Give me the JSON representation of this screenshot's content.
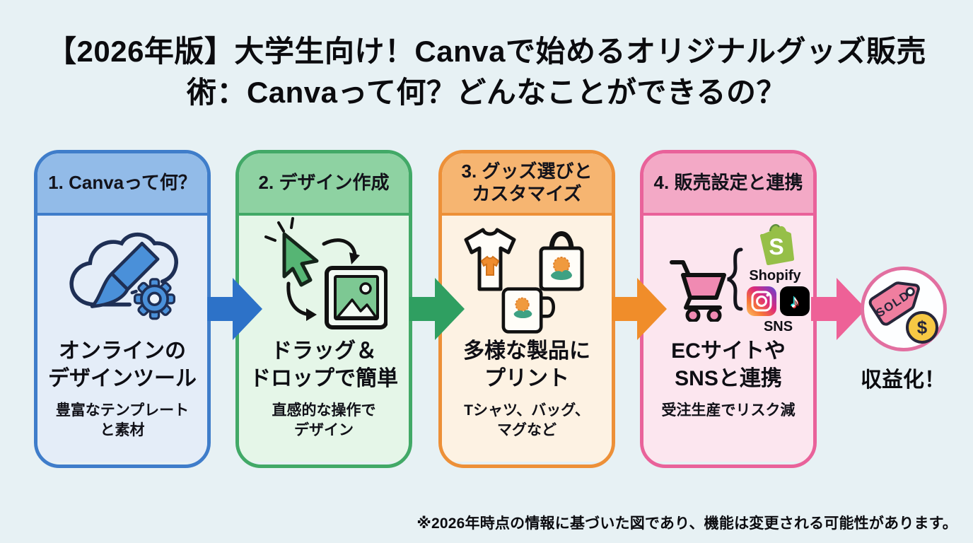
{
  "colors": {
    "page_bg": "#e7f1f4",
    "step1": {
      "border": "#3f7dca",
      "header_bg": "#92bbe8",
      "body_bg": "#e4edf8",
      "arrow": "#2d72c8",
      "icon_accent": "#4a90d9"
    },
    "step2": {
      "border": "#42a967",
      "header_bg": "#8ed2a2",
      "body_bg": "#e5f6e8",
      "arrow": "#2f9f61",
      "icon_accent": "#56b574"
    },
    "step3": {
      "border": "#ed9038",
      "header_bg": "#f6b571",
      "body_bg": "#fdf2e3",
      "arrow": "#f08d2a",
      "icon_accent": "#f09a3e"
    },
    "step4": {
      "border": "#e9629a",
      "header_bg": "#f3a9c6",
      "body_bg": "#fce6ef",
      "arrow": "#ee6197",
      "icon_accent": "#f08ab2"
    },
    "result_circle_border": "#e26fa0",
    "sold_tag": "#ef7e9f",
    "coin": "#f7c844",
    "shopify_green": "#96bf48",
    "tiktok_bg": "#000000"
  },
  "title": {
    "line1": "【2026年版】大学生向け！Canvaで始めるオリジナルグッズ販売",
    "line2": "術：Canvaって何？どんなことができるの？"
  },
  "steps": [
    {
      "header_line1": "1. Canvaって何？",
      "header_line2": "",
      "icon": "cloud-brush-gear-icon",
      "main_line1": "オンラインの",
      "main_line2": "デザインツール",
      "sub_line1": "豊富なテンプレート",
      "sub_line2": "と素材"
    },
    {
      "header_line1": "2. デザイン作成",
      "header_line2": "",
      "icon": "drag-drop-cursor-image-icon",
      "main_line1": "ドラッグ＆",
      "main_line2": "ドロップで簡単",
      "sub_line1": "直感的な操作で",
      "sub_line2": "デザイン"
    },
    {
      "header_line1": "3. グッズ選びと",
      "header_line2": "カスタマイズ",
      "icon": "tshirt-totebag-mug-icon",
      "main_line1": "多様な製品に",
      "main_line2": "プリント",
      "sub_line1": "Tシャツ、バッグ、",
      "sub_line2": "マグなど"
    },
    {
      "header_line1": "4. 販売設定と連携",
      "header_line2": "",
      "icon": "cart-shopify-sns-icon",
      "main_line1": "ECサイトや",
      "main_line2": "SNSと連携",
      "sub_line1": "受注生産でリスク減",
      "sub_line2": "",
      "labels": {
        "shopify": "Shopify",
        "shopify_icon_letter": "S",
        "sns": "SNS"
      }
    }
  ],
  "result": {
    "label": "収益化！",
    "tag_text": "SOLD",
    "coin_symbol": "$",
    "tiktok_note": "♪"
  },
  "footnote": "※2026年時点の情報に基づいた図であり、機能は変更される可能性があります。"
}
